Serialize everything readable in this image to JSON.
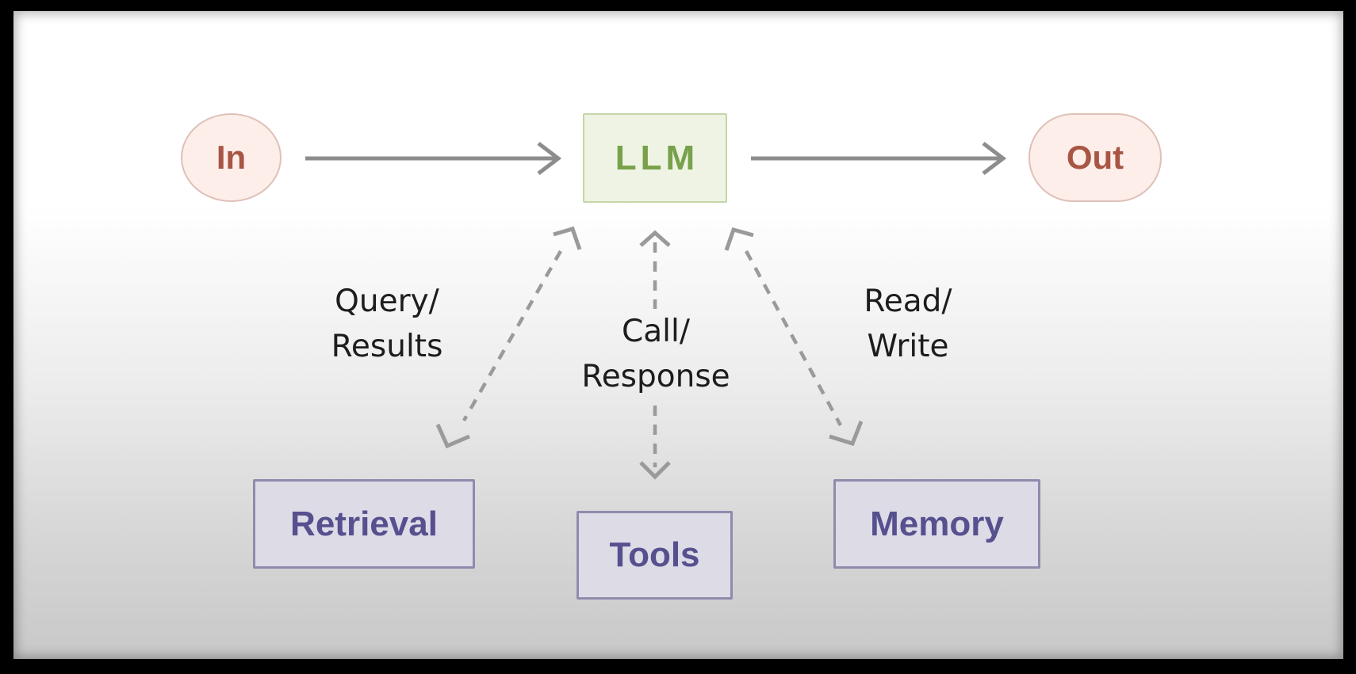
{
  "diagram": {
    "nodes": {
      "in": {
        "label": "In"
      },
      "llm": {
        "label": "LLM"
      },
      "out": {
        "label": "Out"
      },
      "retrieval": {
        "label": "Retrieval"
      },
      "tools": {
        "label": "Tools"
      },
      "memory": {
        "label": "Memory"
      }
    },
    "edge_labels": {
      "query_results": {
        "line1": "Query/",
        "line2": "Results"
      },
      "call_response": {
        "line1": "Call/",
        "line2": "Response"
      },
      "read_write": {
        "line1": "Read/",
        "line2": "Write"
      }
    },
    "colors": {
      "frame": "#000000",
      "bg_top": "#ffffff",
      "bg_bottom": "#c8c8c8",
      "io_fill": "#fdeeea",
      "io_border": "#dfc0b9",
      "io_text": "#a85544",
      "llm_fill": "#eef3e3",
      "llm_border": "#c5d6a6",
      "llm_text": "#78a14a",
      "module_fill": "#dcdbe6",
      "module_border": "#8f8bad",
      "module_text": "#56508f",
      "arrow_solid": "#8d8d8d",
      "arrow_dashed": "#9a9a9a",
      "label_text": "#1d1d1f"
    }
  }
}
